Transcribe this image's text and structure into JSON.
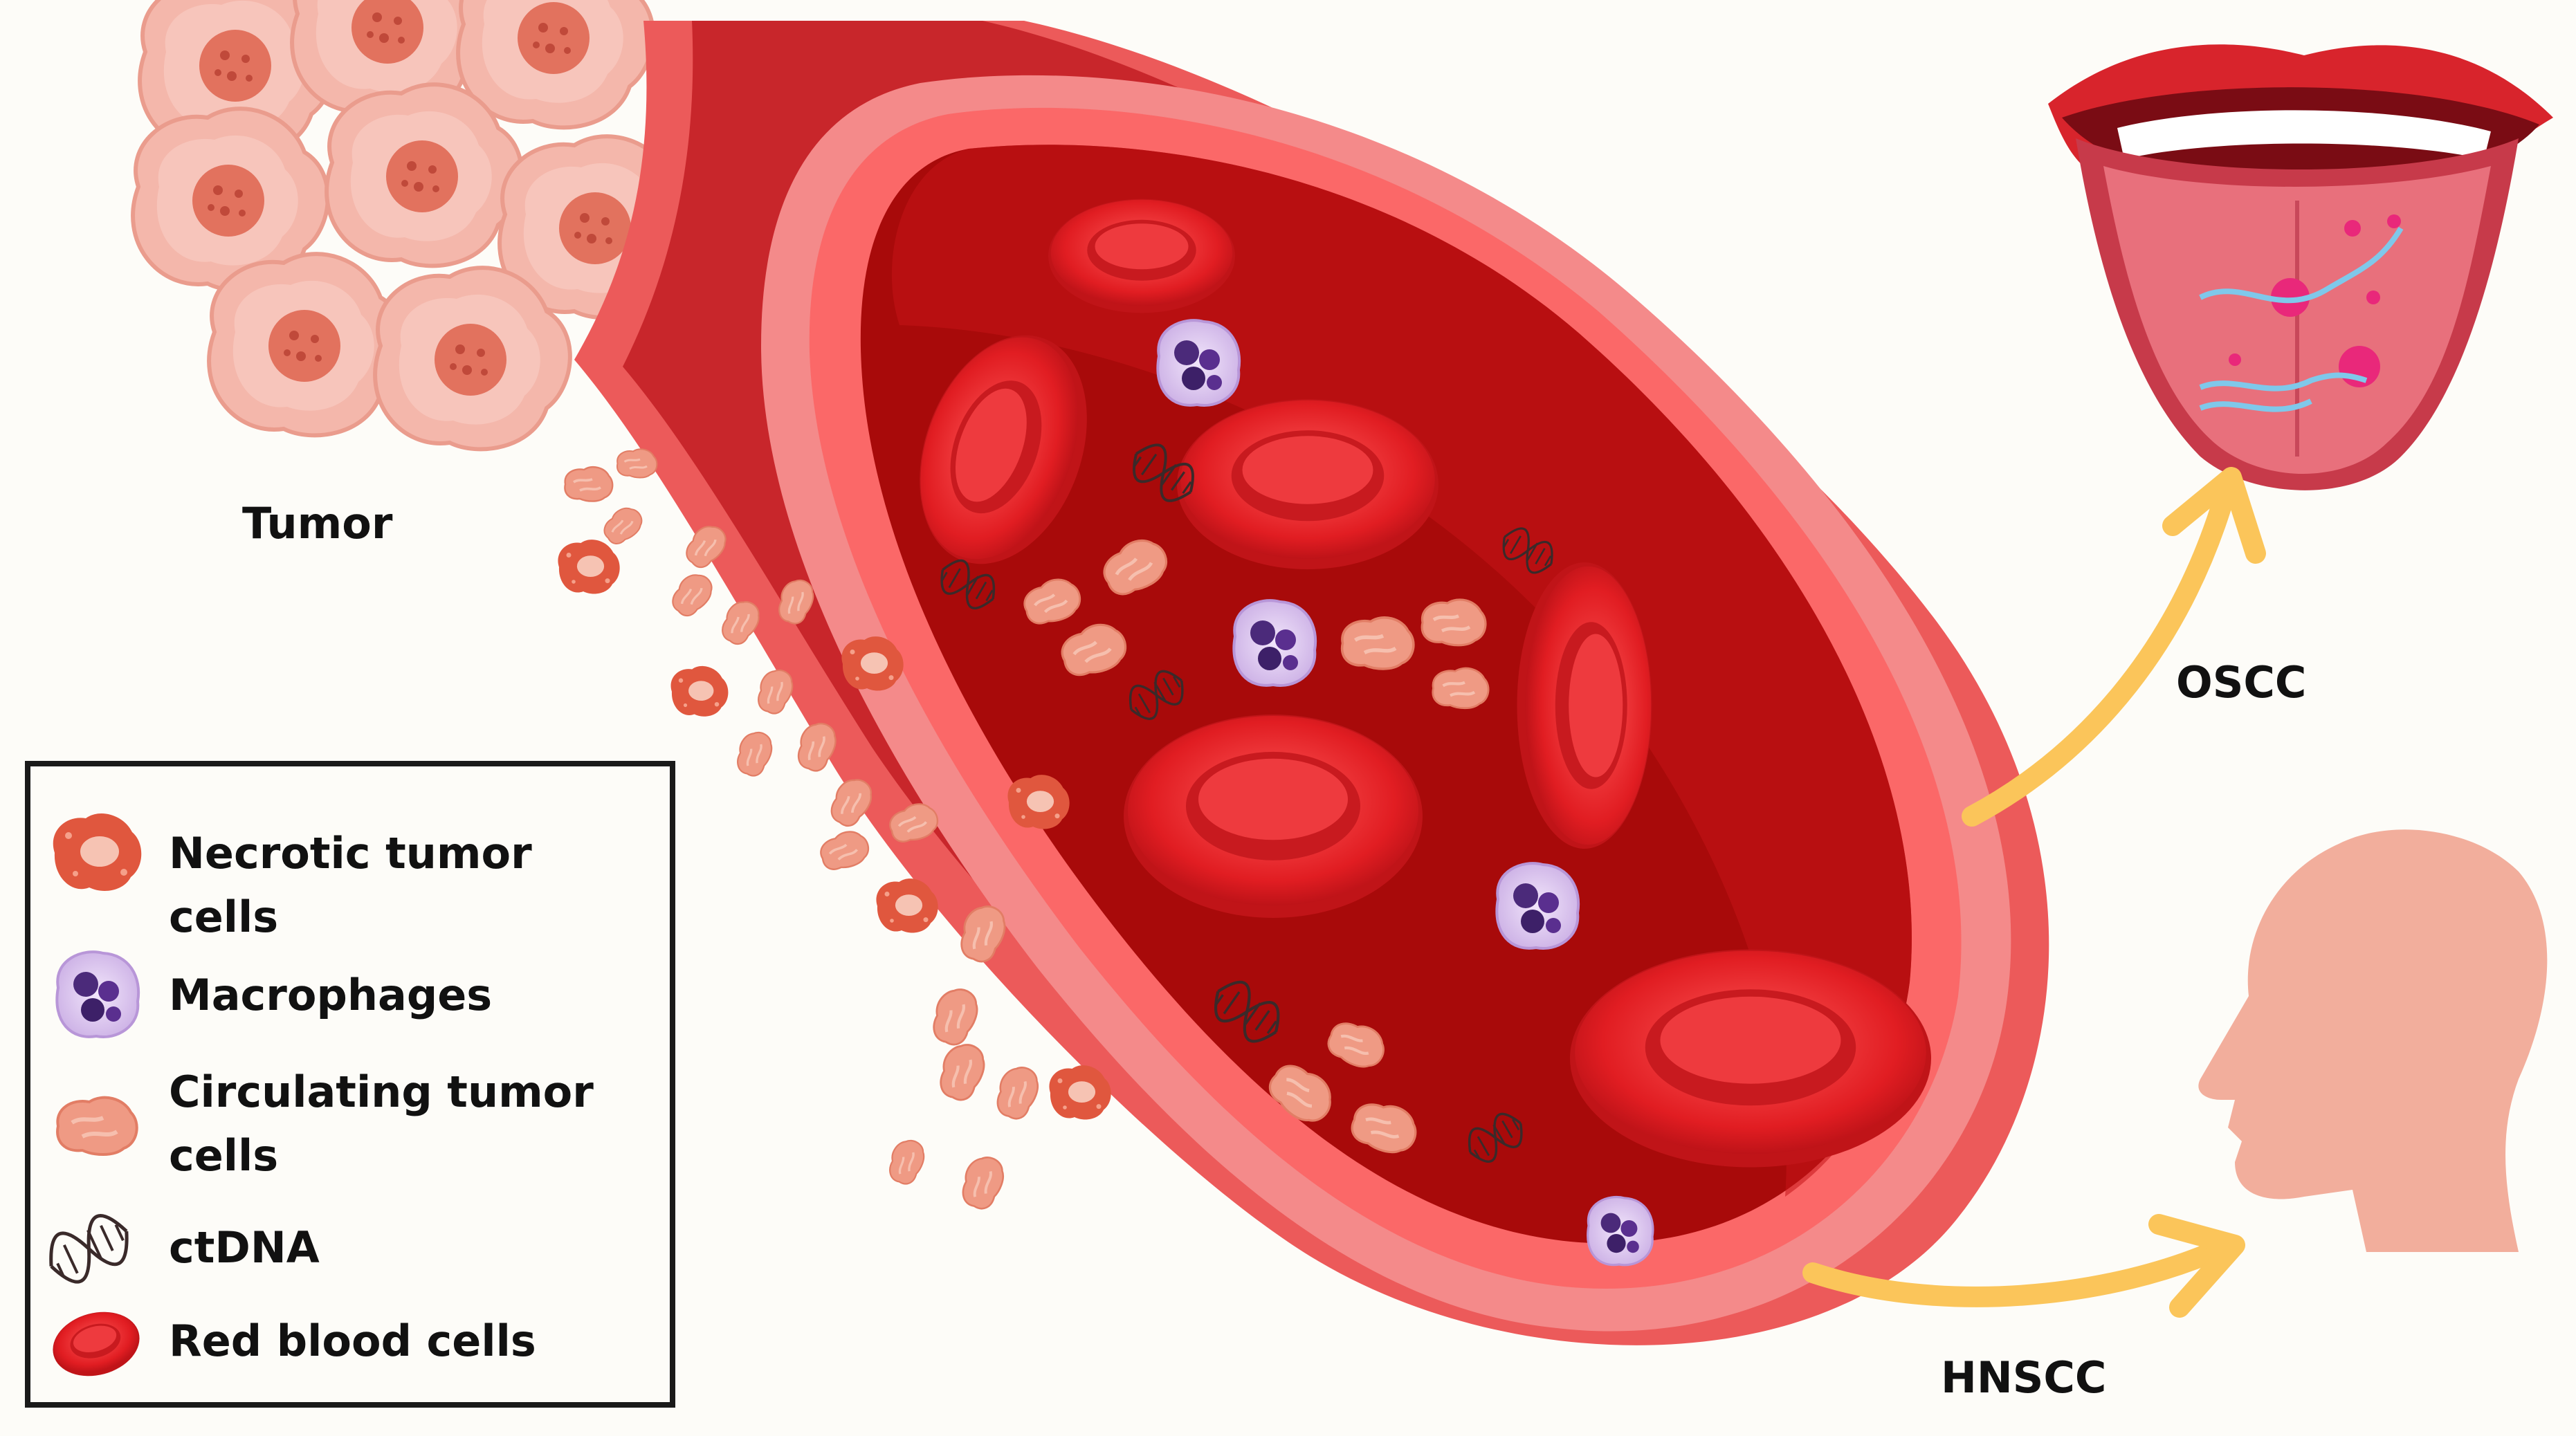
{
  "labels": {
    "tumor": "Tumor",
    "oscc": "OSCC",
    "hnscc": "HNSCC"
  },
  "legend": {
    "items": [
      {
        "label": "Necrotic tumor cells",
        "icon": "necrotic-tumor-cell-icon"
      },
      {
        "label": "Macrophages",
        "icon": "macrophage-icon"
      },
      {
        "label": "Circulating tumor cells",
        "icon": "circulating-tumor-cell-icon"
      },
      {
        "label": "ctDNA",
        "icon": "dna-helix-icon"
      },
      {
        "label": "Red blood cells",
        "icon": "red-blood-cell-icon"
      }
    ]
  },
  "colors": {
    "vessel_outer": "#ec5a5a",
    "vessel_inner": "#a80a0a",
    "rbc": "#e11d22",
    "tumor": "#f3b3a8",
    "arrow": "#fbc55a",
    "head": "#f2ae9c"
  }
}
